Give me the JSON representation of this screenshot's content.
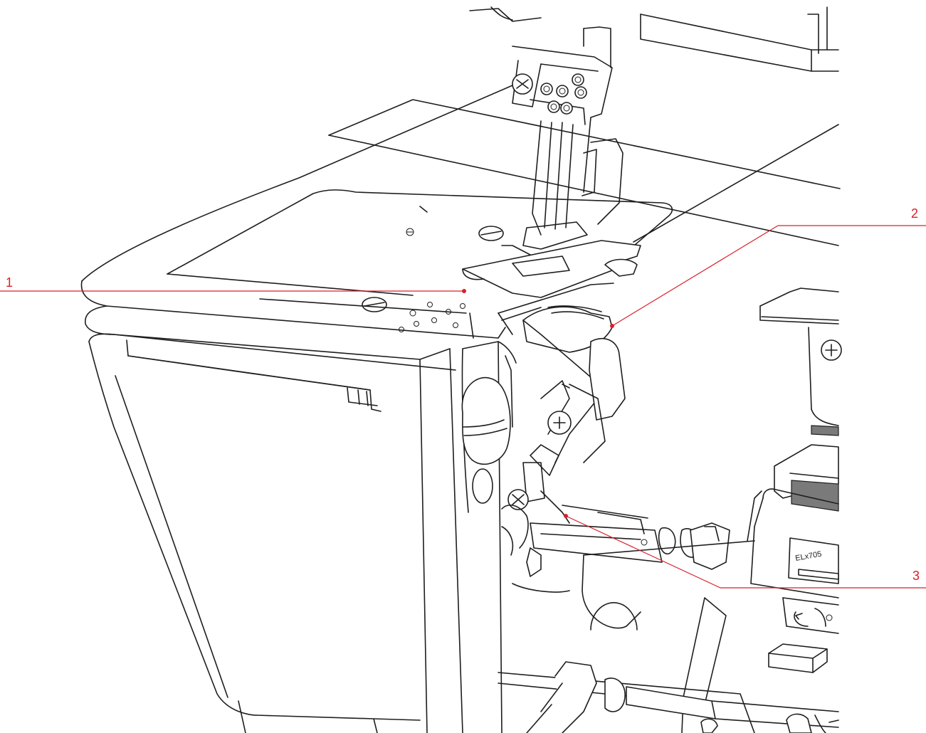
{
  "illustration": {
    "accent_color": "#d8202a",
    "line_color": "#1e1e1e",
    "model_label": "ELx705"
  },
  "callouts": [
    {
      "number": "1"
    },
    {
      "number": "2"
    },
    {
      "number": "3"
    }
  ]
}
